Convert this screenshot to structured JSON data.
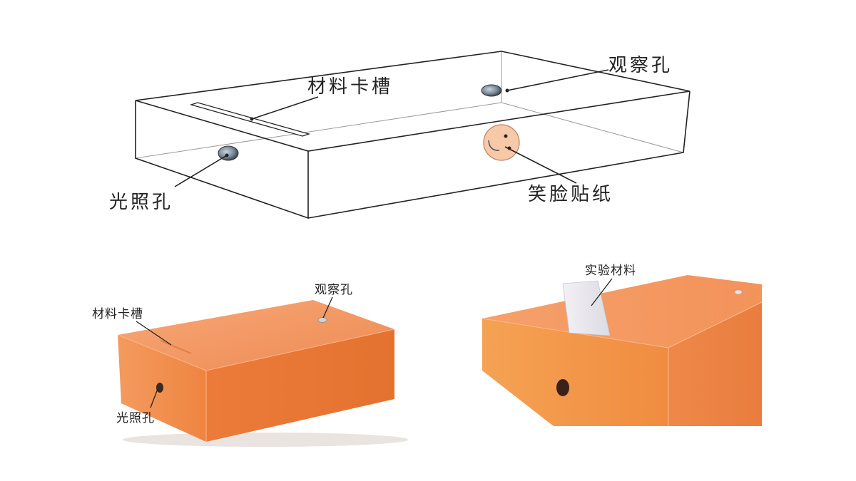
{
  "schematic": {
    "slot_label": "材料卡槽",
    "observation_label": "观察孔",
    "light_label": "光照孔",
    "smiley_label": "笑脸贴纸"
  },
  "photo_left": {
    "slot_label": "材料卡槽",
    "observation_label": "观察孔",
    "light_label": "光照孔"
  },
  "photo_right": {
    "material_label": "实验材料"
  },
  "colors": {
    "box_top": "#f2935e",
    "box_front": "#f08a4a",
    "box_side": "#e8763a",
    "line": "#222222",
    "hole": "#8a9aa8",
    "smiley": "#f7c9a8"
  }
}
